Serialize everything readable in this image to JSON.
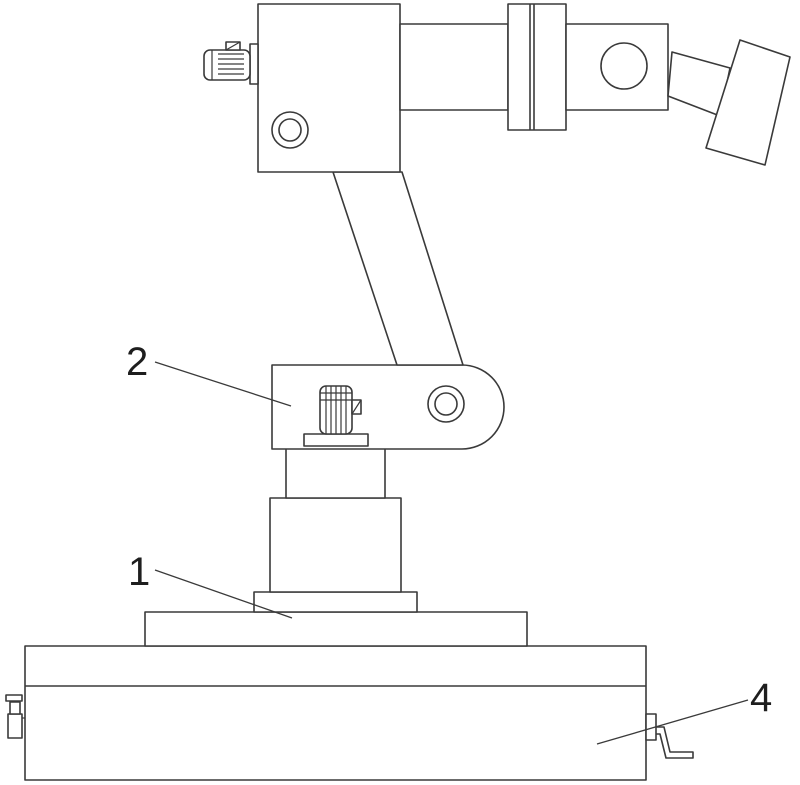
{
  "callouts": {
    "label_1": "1",
    "label_2": "2",
    "label_4": "4"
  },
  "colors": {
    "stroke": "#3a3a3a",
    "background": "#ffffff"
  }
}
